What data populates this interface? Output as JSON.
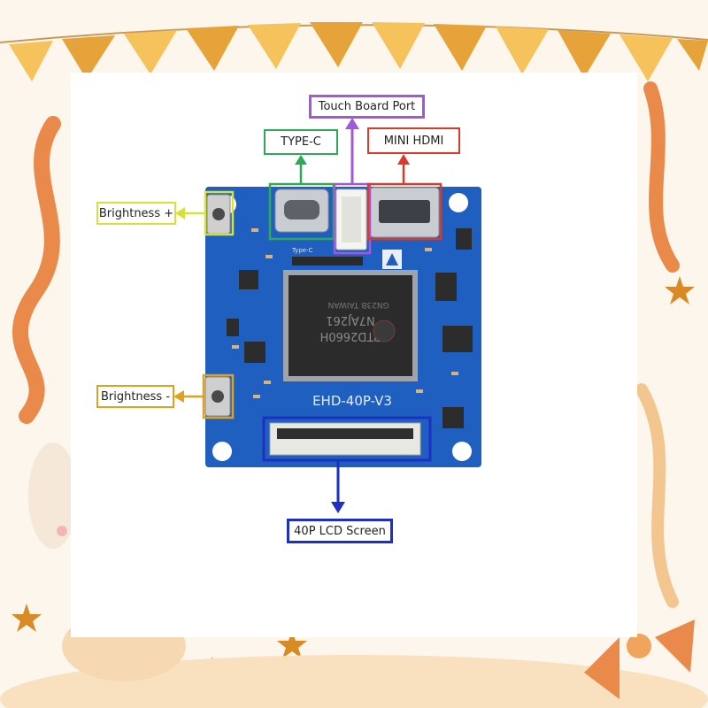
{
  "board": {
    "model_label": "EHD-40P-V3",
    "chip_line1": "RTD2660H",
    "chip_line2": "N7AJ261",
    "chip_line3": "GN23B TAIWAN",
    "typec_silk": "Type-C"
  },
  "callouts": {
    "touch_board_port": "Touch Board Port",
    "type_c": "TYPE-C",
    "mini_hdmi": "MINI HDMI",
    "brightness_plus": "Brightness +",
    "brightness_minus": "Brightness -",
    "lcd_screen": "40P LCD Screen"
  },
  "colors": {
    "pcb": "#1f5fbf",
    "touch": "#a259d9",
    "typec": "#2eaa57",
    "hdmi": "#d93a2b",
    "bright_plus": "#d6e23a",
    "bright_minus": "#e1a11c",
    "lcd": "#1e2fc4"
  }
}
